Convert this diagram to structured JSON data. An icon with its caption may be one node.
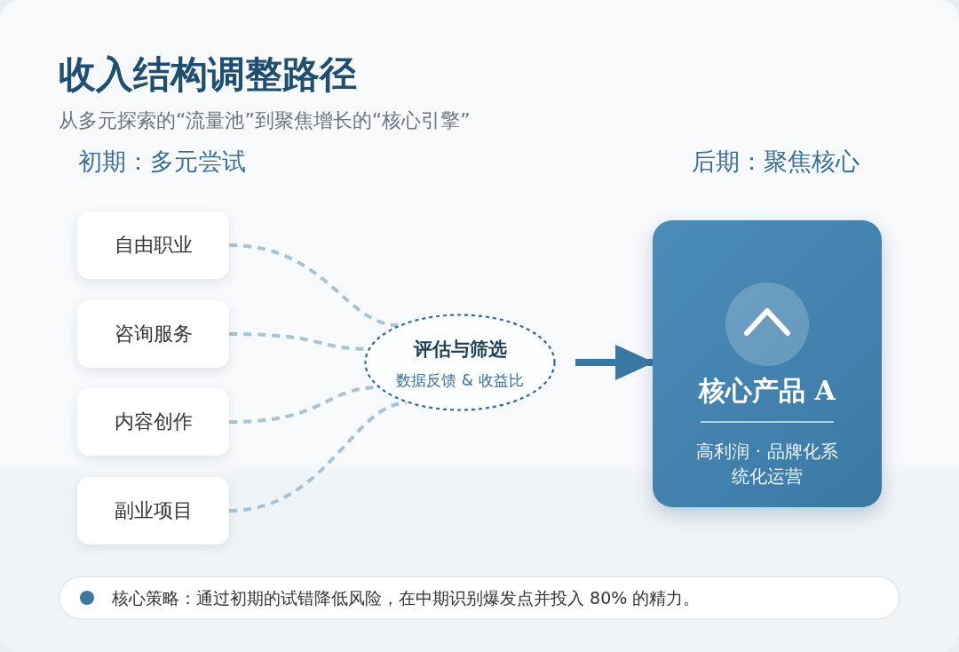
{
  "diagram": {
    "title": "收入结构调整路径",
    "nodes": [
      {
        "text": [
          "自由职业"
        ]
      },
      {
        "text": [
          "咨询服务"
        ]
      },
      {
        "text": [
          "内容创作"
        ]
      },
      {
        "text": [
          "副业项目"
        ]
      },
      {
        "text": [
          "评估与筛选",
          "数据反馈 & 收益比"
        ]
      },
      {
        "text": [
          "核心产品 A",
          "高利润 · 品牌化系统化运营"
        ]
      }
    ],
    "edges": [
      {
        "from": 0,
        "to": 4,
        "arrow": "none",
        "style": "dashed"
      },
      {
        "from": 1,
        "to": 4,
        "arrow": "none",
        "style": "dashed"
      },
      {
        "from": 2,
        "to": 4,
        "arrow": "none",
        "style": "dashed"
      },
      {
        "from": 3,
        "to": 4,
        "arrow": "none",
        "style": "dashed"
      },
      {
        "from": 4,
        "to": 5,
        "arrow": "to",
        "style": "thick",
        "color": "#3a78a4"
      }
    ],
    "labels": [
      "从多元探索的“流量池”到聚焦增长的“核心引擎”",
      "初期：多元尝试",
      "后期：聚焦核心",
      "核心策略：通过初期的试错降低风险，在中期识别爆发点并投入 80% 的精力。"
    ]
  }
}
